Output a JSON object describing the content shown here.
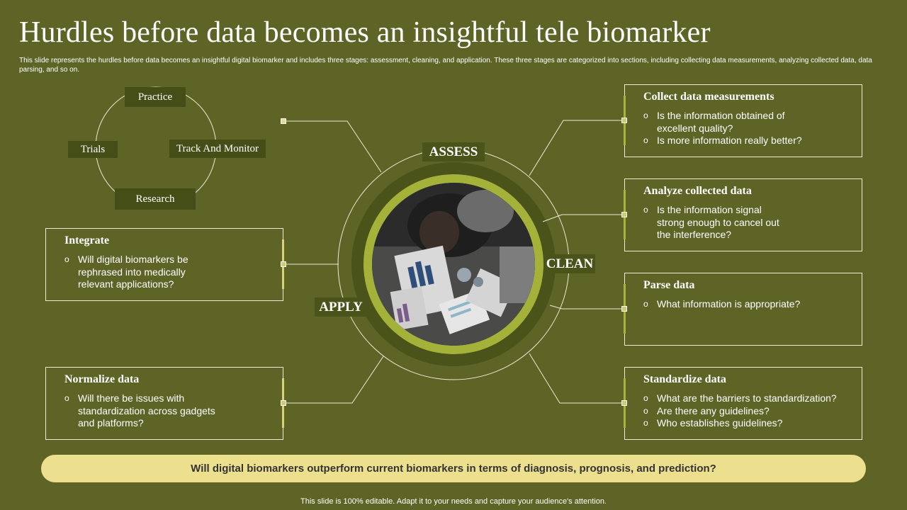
{
  "title": "Hurdles before data becomes an insightful tele biomarker",
  "subtitle": "This slide represents the hurdles before data becomes an insightful digital biomarker and includes three stages: assessment, cleaning, and application. These three stages are categorized into sections, including collecting data measurements, analyzing collected data, data parsing, and so on.",
  "cycle": {
    "practice": "Practice",
    "track": "Track And Monitor",
    "research": "Research",
    "trials": "Trials"
  },
  "stages": {
    "assess": "ASSESS",
    "clean": "CLEAN",
    "apply": "APPLY"
  },
  "photo": {
    "description_icon": "people-analyzing-charts-photo"
  },
  "cards": {
    "integrate": {
      "title": "Integrate",
      "bullets": [
        "Will digital biomarkers be rephrased into medically relevant applications?"
      ]
    },
    "normalize": {
      "title": "Normalize data",
      "bullets": [
        "Will there be issues with standardization across gadgets and platforms?"
      ]
    },
    "collect": {
      "title": "Collect data measurements",
      "bullets": [
        "Is the information obtained of excellent quality?",
        "Is more information really better?"
      ]
    },
    "analyze": {
      "title": "Analyze collected data",
      "bullets": [
        "Is the information signal strong enough to cancel out the interference?"
      ]
    },
    "parse": {
      "title": "Parse data",
      "bullets": [
        "What information is appropriate?"
      ]
    },
    "standardize": {
      "title": "Standardize data",
      "bullets": [
        "What are the barriers to standardization?",
        "Are there any guidelines?",
        "Who establishes guidelines?"
      ]
    }
  },
  "bullet_symbol": "o",
  "banner": "Will digital biomarkers outperform current biomarkers in terms of diagnosis, prognosis, and prediction?",
  "footer": "This slide is 100% editable. Adapt it to your needs and capture your audience's attention.",
  "colors": {
    "background": "#5d6426",
    "ring": "#4a5319",
    "accent_green": "#a5b23a",
    "banner": "#ece08e"
  }
}
